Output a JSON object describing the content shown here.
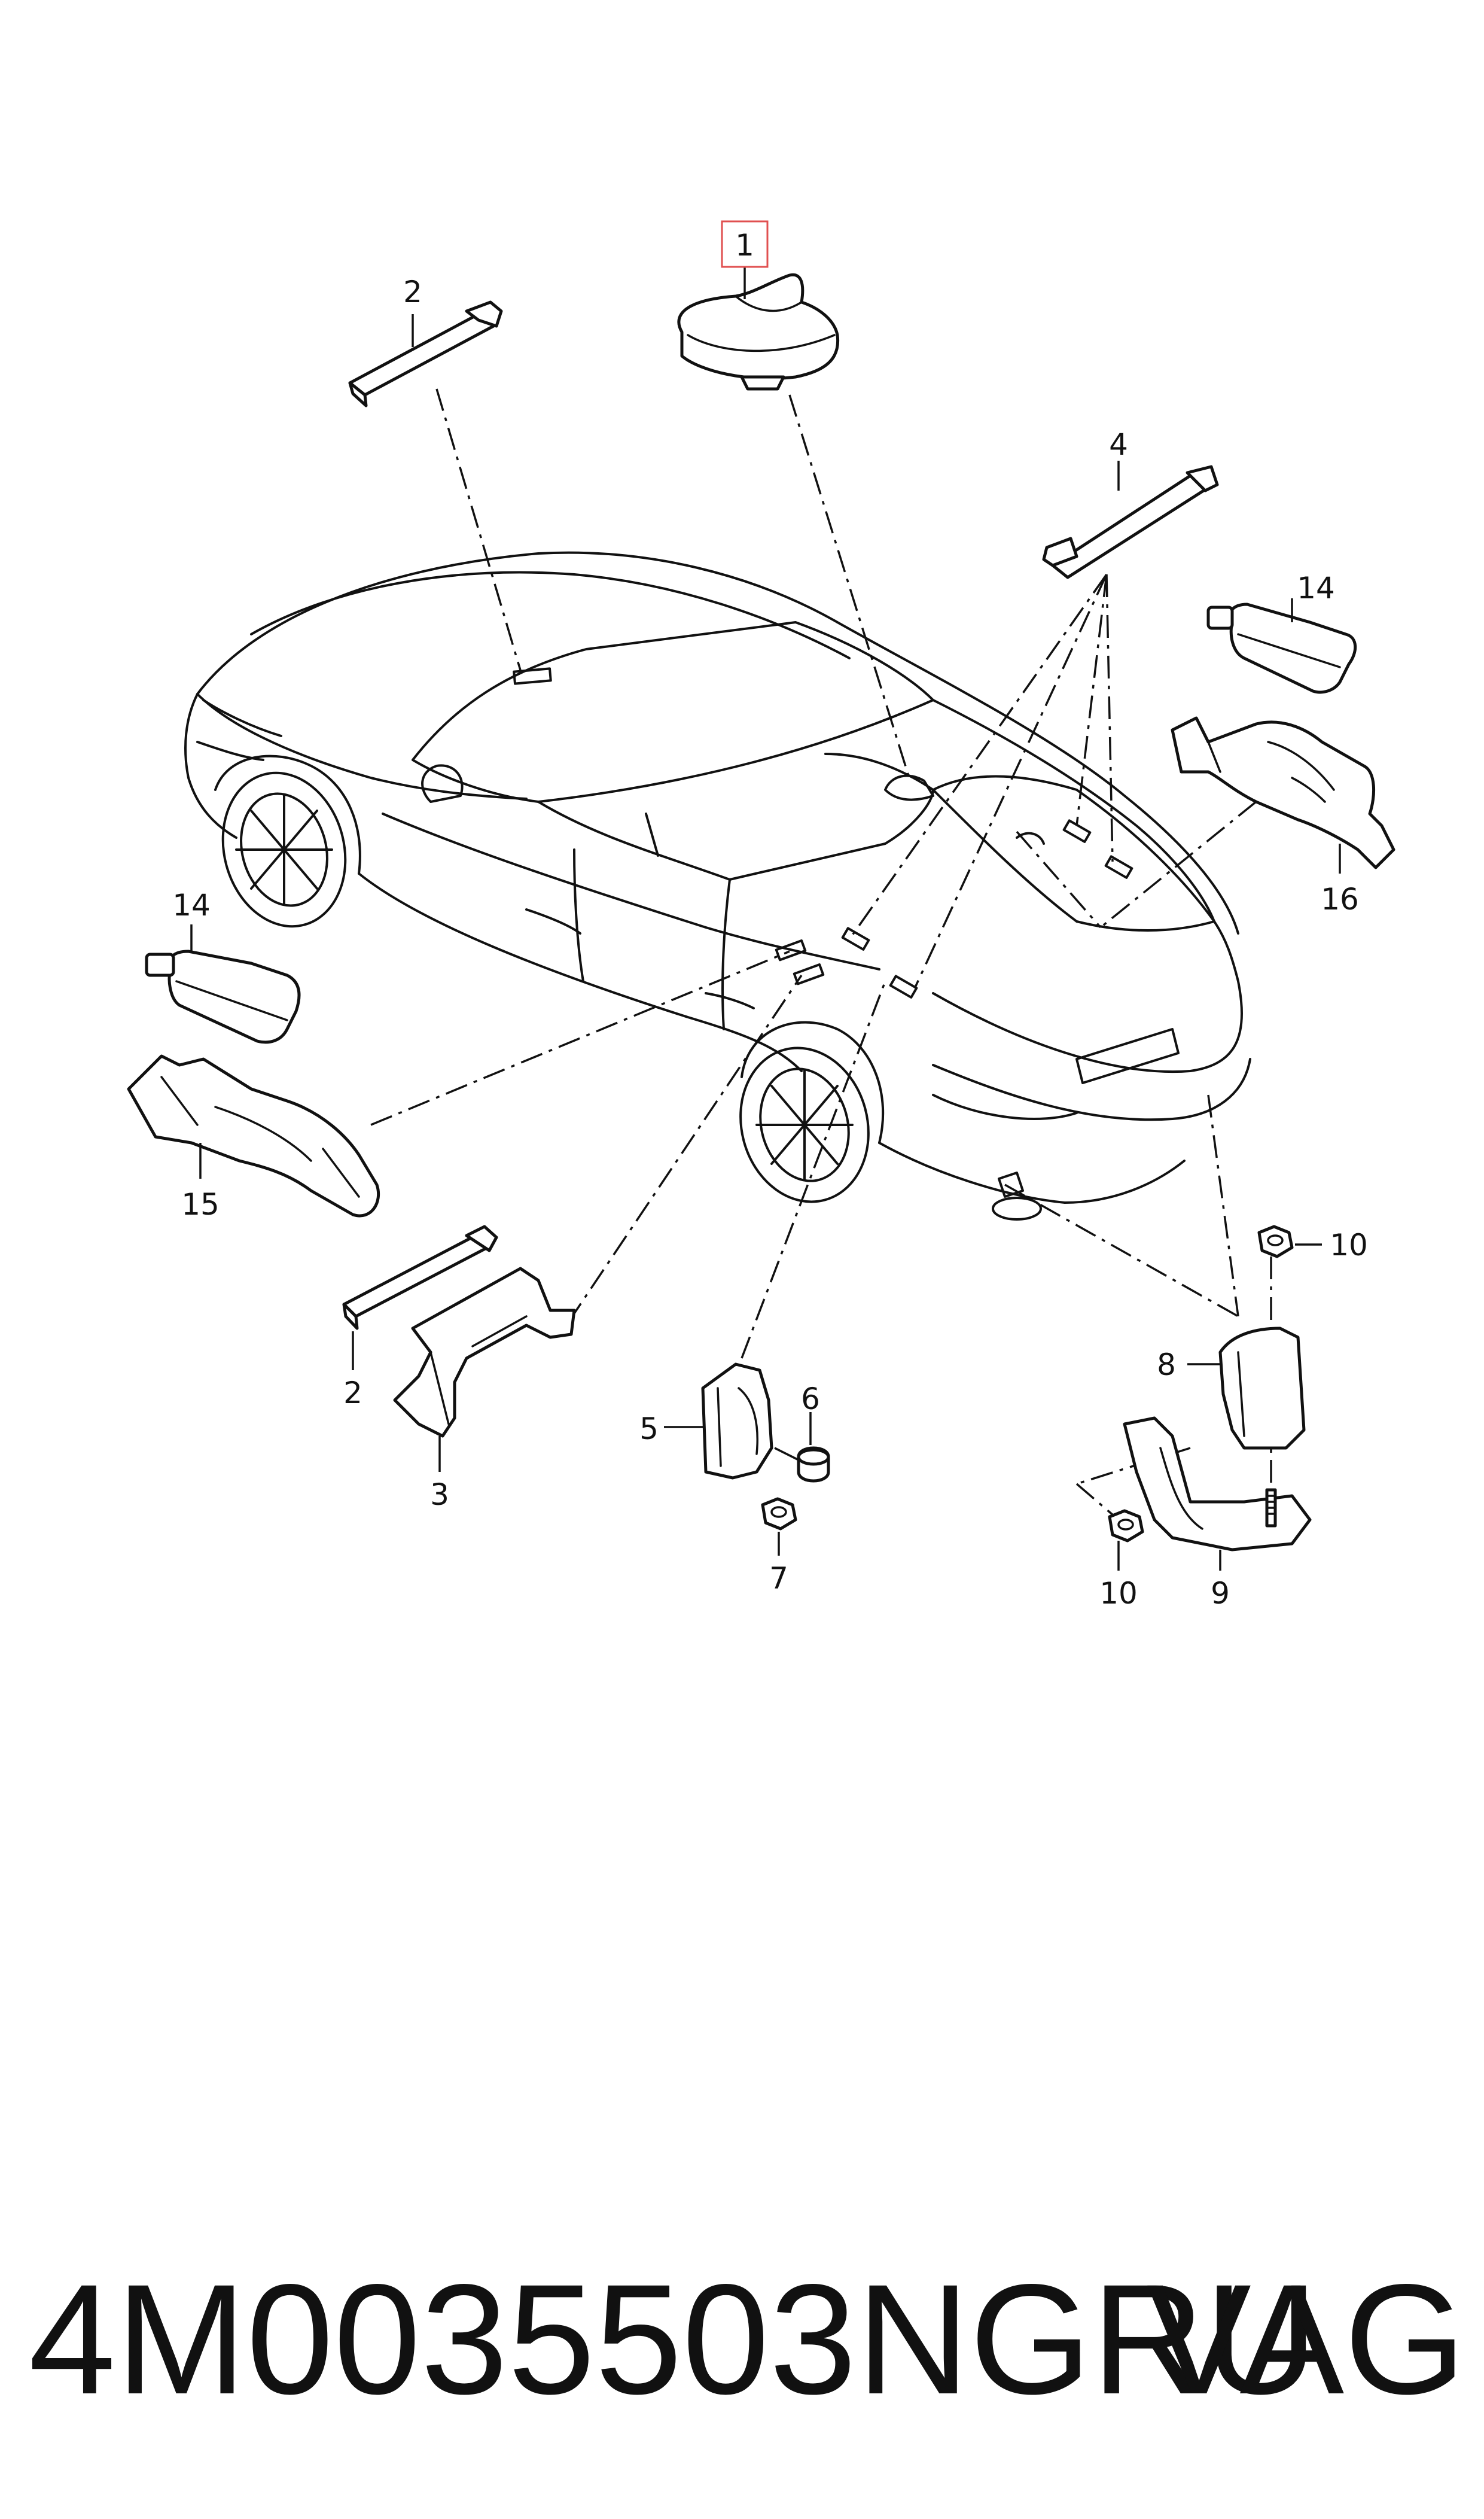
{
  "diagram": {
    "callouts": {
      "c1": "1",
      "c2_top": "2",
      "c2_bottom": "2",
      "c3": "3",
      "c4": "4",
      "c5": "5",
      "c6": "6",
      "c7": "7",
      "c8": "8",
      "c9": "9",
      "c10_top": "10",
      "c10_bottom": "10",
      "c14_right": "14",
      "c14_left": "14",
      "c15": "15",
      "c16": "16"
    },
    "highlighted_callout": "1",
    "highlight_color": "#e05050"
  },
  "footer": {
    "part_number": "4M0035503NGRU",
    "brand": "VAG"
  }
}
